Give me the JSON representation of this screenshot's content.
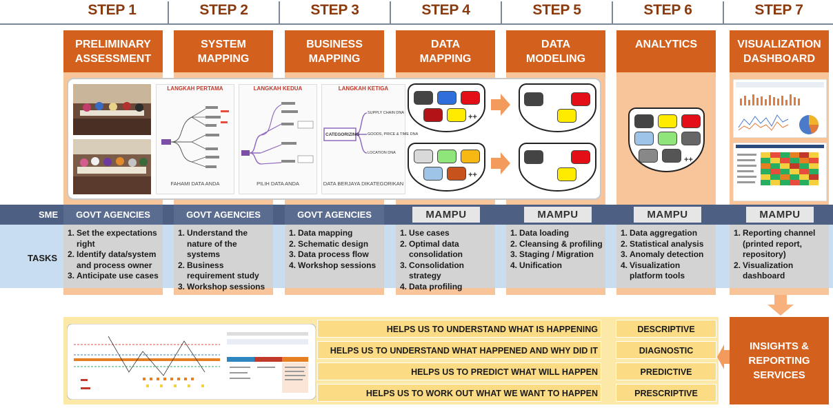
{
  "steps": [
    {
      "label": "STEP 1",
      "title": [
        "PRELIMINARY",
        "ASSESSMENT"
      ],
      "sme": "GOVT AGENCIES",
      "tasks": [
        "Set the expectations right",
        "Identify data/system and process owner",
        "Anticipate use cases"
      ]
    },
    {
      "label": "STEP 2",
      "title": [
        "SYSTEM",
        "MAPPING"
      ],
      "sme": "GOVT AGENCIES",
      "tasks": [
        "Understand the nature of the systems",
        "Business requirement study",
        "Workshop sessions"
      ]
    },
    {
      "label": "STEP 3",
      "title": [
        "BUSINESS",
        "MAPPING"
      ],
      "sme": "GOVT AGENCIES",
      "tasks": [
        "Data mapping",
        "Schematic design",
        "Data process flow",
        "Workshop sessions"
      ]
    },
    {
      "label": "STEP 4",
      "title": [
        "DATA",
        "MAPPING"
      ],
      "sme": "MAMPU",
      "tasks": [
        "Use cases",
        "Optimal data consolidation",
        "Consolidation strategy",
        "Data profiling"
      ]
    },
    {
      "label": "STEP 5",
      "title": [
        "DATA",
        "MODELING"
      ],
      "sme": "MAMPU",
      "tasks": [
        "Data loading",
        "Cleansing & profiling",
        "Staging / Migration",
        "Unification"
      ]
    },
    {
      "label": "STEP 6",
      "title": [
        "ANALYTICS"
      ],
      "sme": "MAMPU",
      "tasks": [
        "Data aggregation",
        "Statistical analysis",
        "Anomaly detection",
        "Visualization platform tools"
      ]
    },
    {
      "label": "STEP 7",
      "title": [
        "VISUALIZATION",
        "DASHBOARD"
      ],
      "sme": "MAMPU",
      "tasks": [
        "Reporting channel (printed report, repository)",
        "Visualization dashboard"
      ]
    }
  ],
  "bands": {
    "sme": "SME",
    "tasks": "TASKS"
  },
  "langkah": [
    {
      "title": "LANGKAH PERTAMA",
      "caption": "FAHAMI DATA ANDA"
    },
    {
      "title": "LANGKAH KEDUA",
      "caption": "PILIH DATA ANDA"
    },
    {
      "title": "LANGKAH KETIGA",
      "caption": "DATA BERJAYA DIKATEGORIKAN"
    }
  ],
  "categorizing": {
    "center": "CATEGORIZING",
    "branches": [
      "SUPPLY CHAIN DNA",
      "GOODS, PRICE & TIME DNA",
      "LOCATION DNA"
    ]
  },
  "plus_sign": "++",
  "insights": [
    "INSIGHTS &",
    "REPORTING",
    "SERVICES"
  ],
  "analytics_rows": [
    {
      "helps": "HELPS US TO UNDERSTAND WHAT IS HAPPENING",
      "type": "DESCRIPTIVE"
    },
    {
      "helps": "HELPS US TO UNDERSTAND WHAT HAPPENED AND WHY DID IT HAPPEN",
      "type": "DIAGNOSTIC"
    },
    {
      "helps": "HELPS US TO PREDICT WHAT WILL HAPPEN",
      "type": "PREDICTIVE"
    },
    {
      "helps": "HELPS US TO WORK OUT WHAT WE WANT TO HAPPEN",
      "type": "PRESCRIPTIVE"
    }
  ],
  "colors": {
    "step_orange": "#d4601d",
    "column_peach": "#f8c49a",
    "sme_band": "#4d5f82",
    "tasks_band": "#c9ddf0",
    "heading_brown": "#8b3a0e",
    "analytics_yellow": "#fbdb84"
  }
}
